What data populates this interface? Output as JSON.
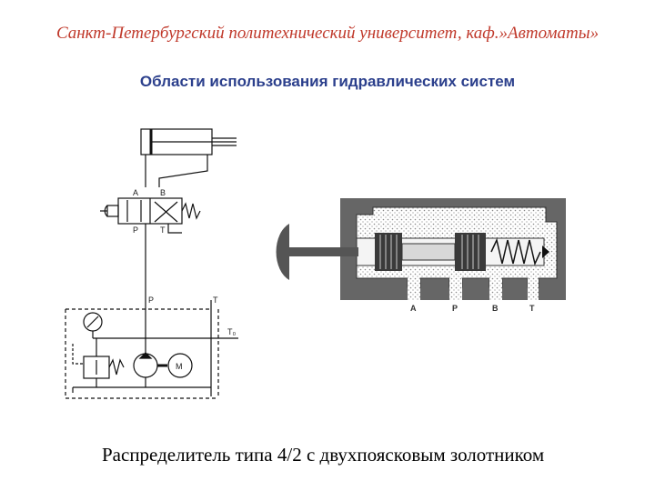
{
  "header": "Санкт-Петербургский политехнический университет, каф.»Автоматы»",
  "title": "Области использования гидравлических систем",
  "caption": "Распределитель типа 4/2 с двухпоясковым золотником",
  "schematic": {
    "port_a": "A",
    "port_b": "B",
    "port_p": "P",
    "port_t": "T",
    "line_p": "P",
    "line_t": "T",
    "tank_label": "T₀",
    "motor_label": "M"
  },
  "section": {
    "ports": [
      "A",
      "P",
      "B",
      "T"
    ]
  }
}
